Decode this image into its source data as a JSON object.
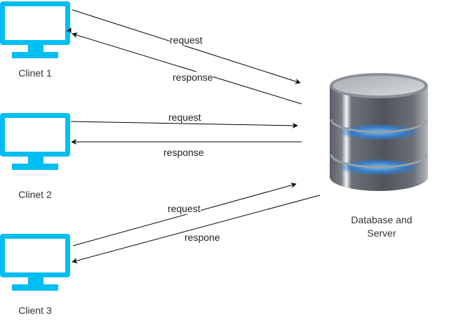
{
  "diagram": {
    "clients": [
      {
        "id": "client1",
        "label": "Clinet 1",
        "icon": "monitor-icon"
      },
      {
        "id": "client2",
        "label": "Clinet 2",
        "icon": "monitor-icon"
      },
      {
        "id": "client3",
        "label": "Client 3",
        "icon": "monitor-icon"
      }
    ],
    "server": {
      "label_line1": "Database and",
      "label_line2": "Server",
      "icon": "database-icon"
    },
    "edges": [
      {
        "from": "client1",
        "to": "server",
        "label": "request"
      },
      {
        "from": "server",
        "to": "client1",
        "label": "response"
      },
      {
        "from": "client2",
        "to": "server",
        "label": "request"
      },
      {
        "from": "server",
        "to": "client2",
        "label": "response"
      },
      {
        "from": "client3",
        "to": "server",
        "label": "request"
      },
      {
        "from": "server",
        "to": "client3",
        "label": "respone"
      }
    ],
    "colors": {
      "monitor": "#00BEF2",
      "edge": "#000000",
      "db_glow": "#3a8fe0"
    }
  }
}
